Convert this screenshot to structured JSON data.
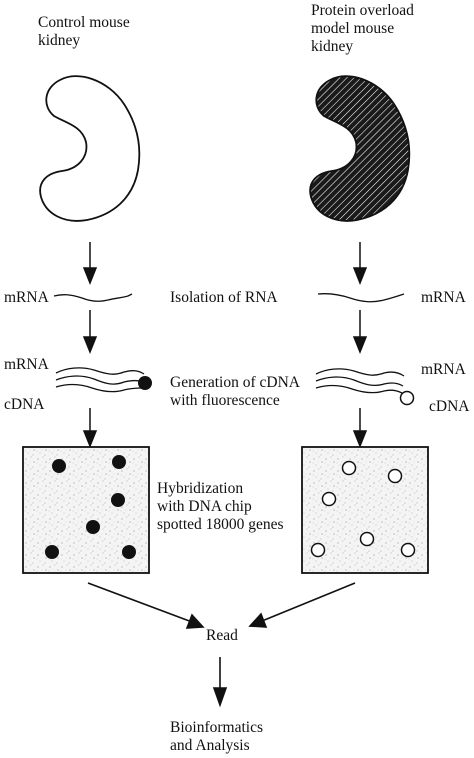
{
  "left_title": "Control mouse\nkidney",
  "right_title": "Protein overload\nmodel mouse\nkidney",
  "steps": {
    "isolation": "Isolation of RNA",
    "generation": "Generation of cDNA\nwith fluorescence",
    "hybridization": "Hybridization\nwith DNA chip\nspotted 18000 genes",
    "read": "Read",
    "analysis": "Bioinformatics\nand Analysis"
  },
  "labels": {
    "left_mrna_single": "mRNA",
    "left_mrna_pair": "mRNA",
    "left_cdna": "cDNA",
    "right_mrna_single": "mRNA",
    "right_mrna_pair": "mRNA",
    "right_cdna": "cDNA"
  }
}
